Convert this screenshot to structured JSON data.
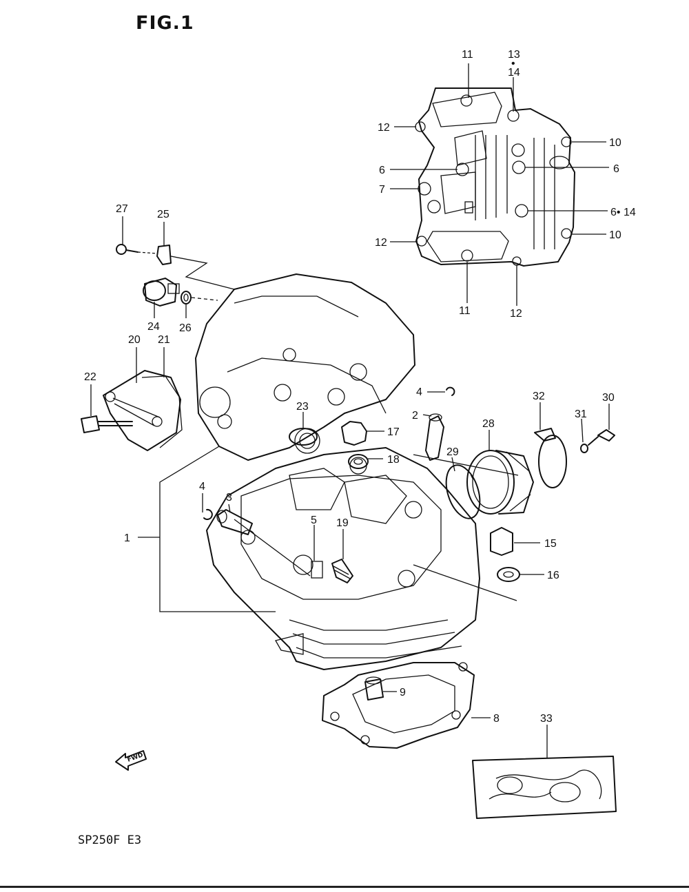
{
  "figure": {
    "title": "FIG.1",
    "model_code": "SP250F E3"
  },
  "fwd_label": "FWD",
  "callouts": [
    {
      "id": "c11a",
      "text": "11"
    },
    {
      "id": "c13",
      "text": "13"
    },
    {
      "id": "c13dot",
      "text": "•"
    },
    {
      "id": "c14a",
      "text": "14"
    },
    {
      "id": "c12a",
      "text": "12"
    },
    {
      "id": "c10a",
      "text": "10"
    },
    {
      "id": "c6a",
      "text": "6"
    },
    {
      "id": "c6b",
      "text": "6"
    },
    {
      "id": "c7",
      "text": "7"
    },
    {
      "id": "c614",
      "text": "6• 14"
    },
    {
      "id": "c12b",
      "text": "12"
    },
    {
      "id": "c10b",
      "text": "10"
    },
    {
      "id": "c11b",
      "text": "11"
    },
    {
      "id": "c12c",
      "text": "12"
    },
    {
      "id": "c27",
      "text": "27"
    },
    {
      "id": "c25",
      "text": "25"
    },
    {
      "id": "c24",
      "text": "24"
    },
    {
      "id": "c26",
      "text": "26"
    },
    {
      "id": "c20",
      "text": "20"
    },
    {
      "id": "c21",
      "text": "21"
    },
    {
      "id": "c22",
      "text": "22"
    },
    {
      "id": "c23",
      "text": "23"
    },
    {
      "id": "c4a",
      "text": "4"
    },
    {
      "id": "c2",
      "text": "2"
    },
    {
      "id": "c17",
      "text": "17"
    },
    {
      "id": "c18",
      "text": "18"
    },
    {
      "id": "c32",
      "text": "32"
    },
    {
      "id": "c30",
      "text": "30"
    },
    {
      "id": "c28",
      "text": "28"
    },
    {
      "id": "c31",
      "text": "31"
    },
    {
      "id": "c29",
      "text": "29"
    },
    {
      "id": "c4b",
      "text": "4"
    },
    {
      "id": "c3",
      "text": "3"
    },
    {
      "id": "c19",
      "text": "19"
    },
    {
      "id": "c1",
      "text": "1"
    },
    {
      "id": "c5",
      "text": "5"
    },
    {
      "id": "c15",
      "text": "15"
    },
    {
      "id": "c16",
      "text": "16"
    },
    {
      "id": "c9",
      "text": "9"
    },
    {
      "id": "c8",
      "text": "8"
    },
    {
      "id": "c33",
      "text": "33"
    }
  ]
}
